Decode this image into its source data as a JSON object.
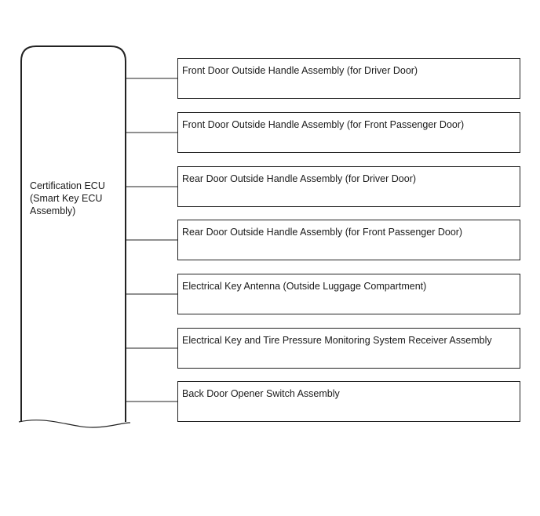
{
  "ecu": {
    "label_lines": [
      "Certification ECU",
      "(Smart Key ECU",
      "Assembly)"
    ]
  },
  "components": [
    {
      "label": "Front Door Outside Handle Assembly (for Driver Door)"
    },
    {
      "label": "Front Door Outside Handle Assembly (for Front Passenger Door)"
    },
    {
      "label": "Rear Door Outside Handle Assembly (for Driver Door)"
    },
    {
      "label": "Rear Door Outside Handle Assembly (for Front Passenger Door)"
    },
    {
      "label": "Electrical Key Antenna (Outside Luggage Compartment)"
    },
    {
      "label": "Electrical Key and Tire Pressure Monitoring System Receiver Assembly"
    },
    {
      "label": "Back Door Opener Switch Assembly"
    }
  ]
}
